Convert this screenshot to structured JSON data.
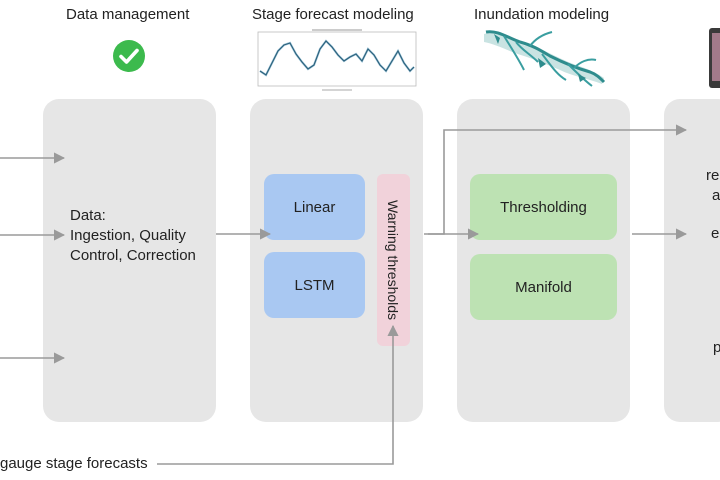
{
  "stages": {
    "data_management": "Data management",
    "stage_forecast_modeling": "Stage forecast modeling",
    "inundation_modeling": "Inundation modeling"
  },
  "data_panel": {
    "line1": "Data:",
    "line2": "Ingestion, Quality",
    "line3": "Control, Correction"
  },
  "models": {
    "linear": "Linear",
    "lstm": "LSTM"
  },
  "warning_thresholds": "Warning thresholds",
  "inundation": {
    "thresholding": "Thresholding",
    "manifold": "Manifold"
  },
  "right_panel_fragments": [
    "re",
    "a",
    "e",
    "p"
  ],
  "bottom_label": "gauge stage forecasts",
  "colors": {
    "panel": "#e6e6e6",
    "model_box": "#a9c8f2",
    "inundation_box": "#bde2b3",
    "warning_box": "#f1d2da",
    "arrow": "#9a9a9a",
    "check": "#3cba4d"
  }
}
